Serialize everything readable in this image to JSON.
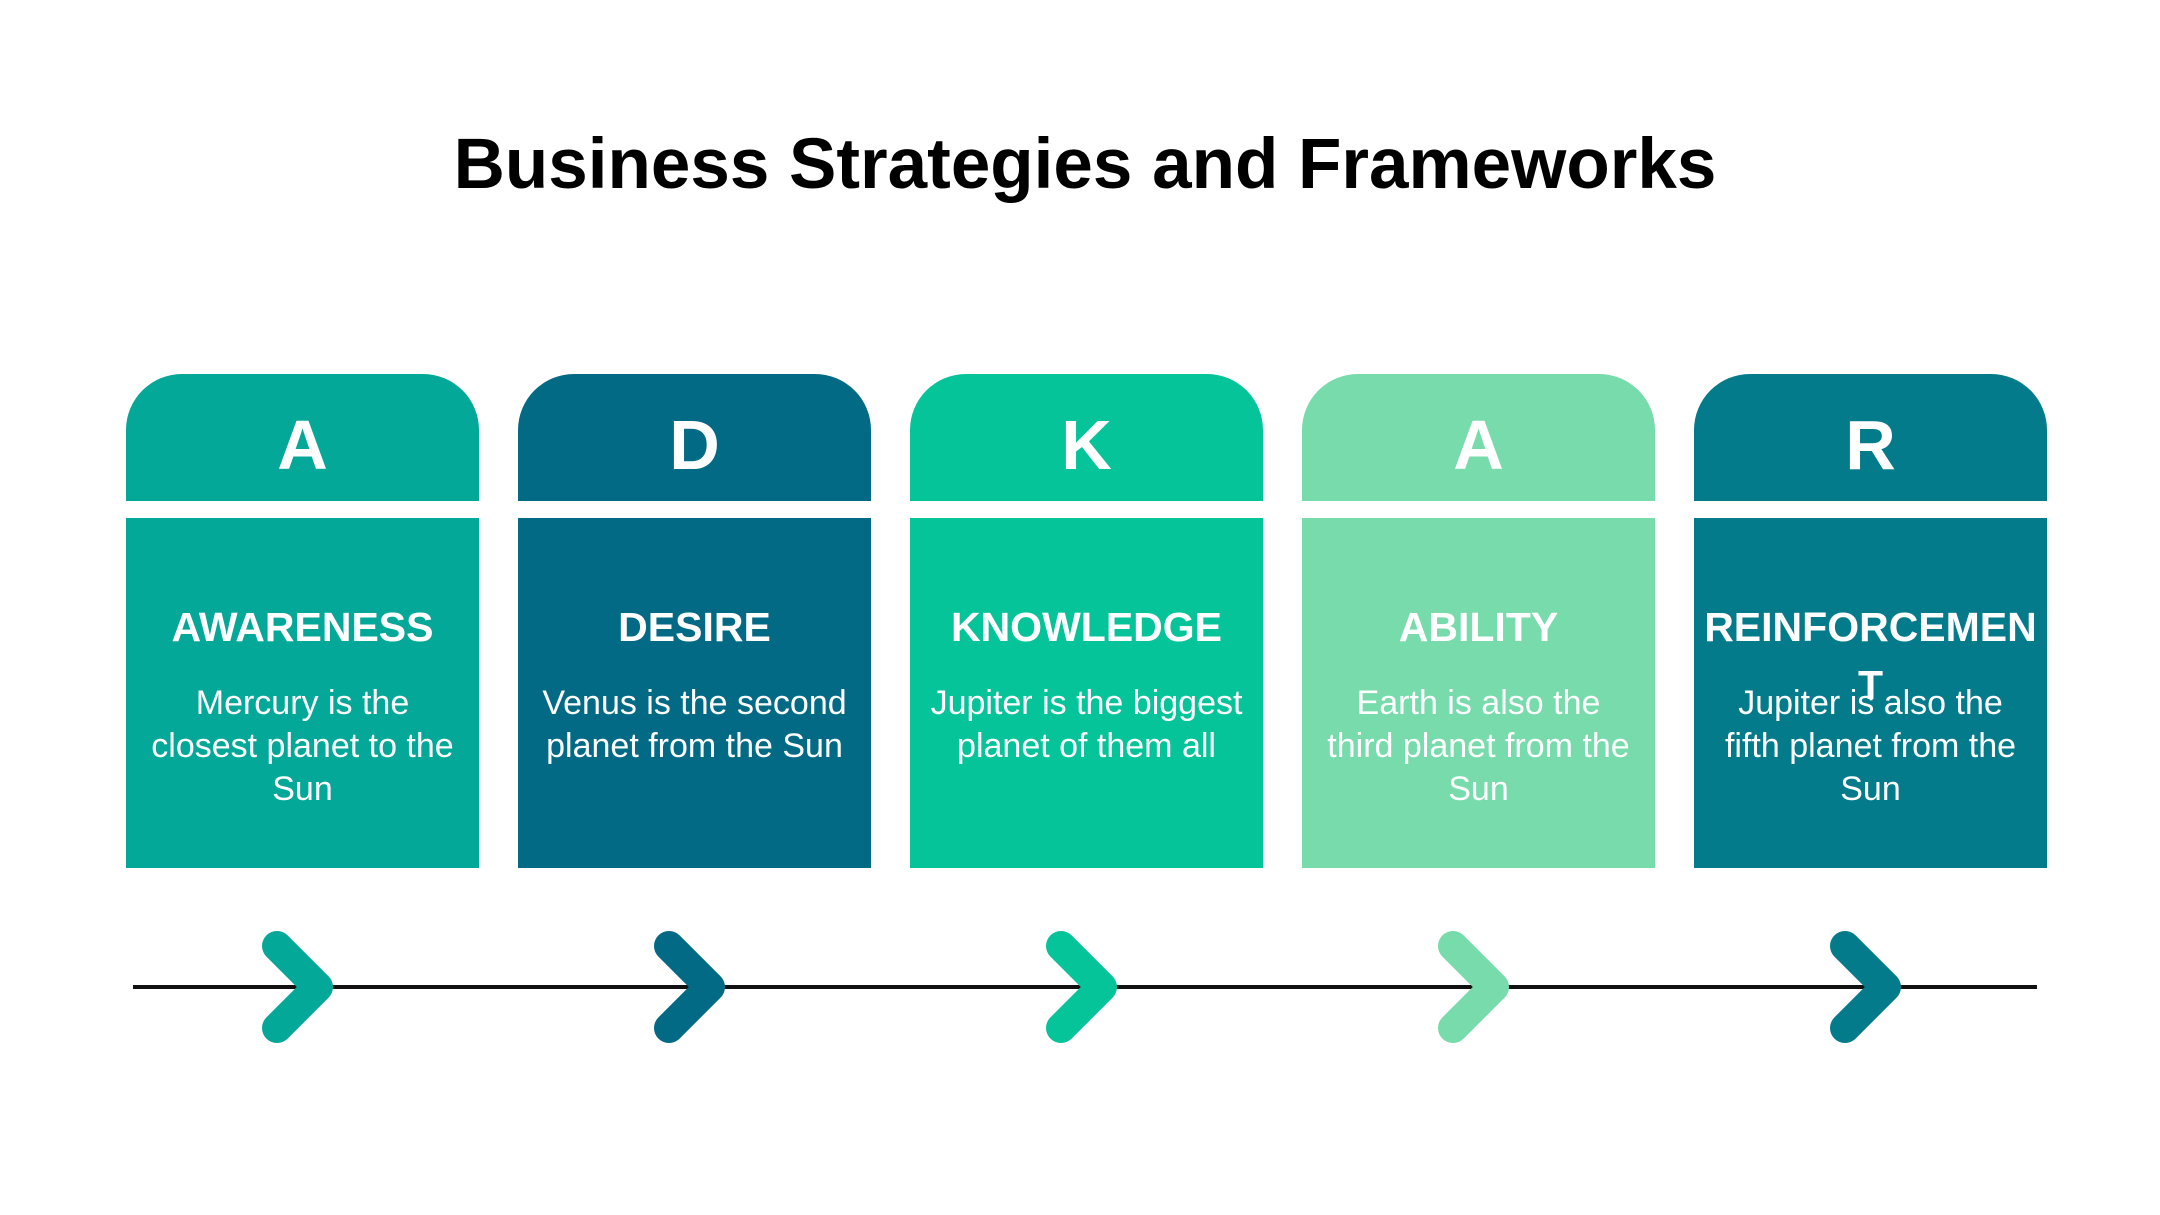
{
  "title": "Business Strategies and Frameworks",
  "steps": [
    {
      "letter": "A",
      "heading": "AWARENESS",
      "body": "Mercury is the closest planet to the Sun",
      "color": "#04a898"
    },
    {
      "letter": "D",
      "heading": "DESIRE",
      "body": "Venus is the second planet from the Sun",
      "color": "#036a85"
    },
    {
      "letter": "K",
      "heading": "KNOWLEDGE",
      "body": "Jupiter is the biggest planet of them all",
      "color": "#06c49a"
    },
    {
      "letter": "A",
      "heading": "ABILITY",
      "body": "Earth is also the third planet from the Sun",
      "color": "#77dbab"
    },
    {
      "letter": "R",
      "heading": "REINFORCEMENT",
      "body": "Jupiter is also the fifth planet from the Sun",
      "color": "#037b8a"
    }
  ],
  "timeline": {
    "line_color": "#111111",
    "arrow_icon": "chevron-right-icon"
  }
}
